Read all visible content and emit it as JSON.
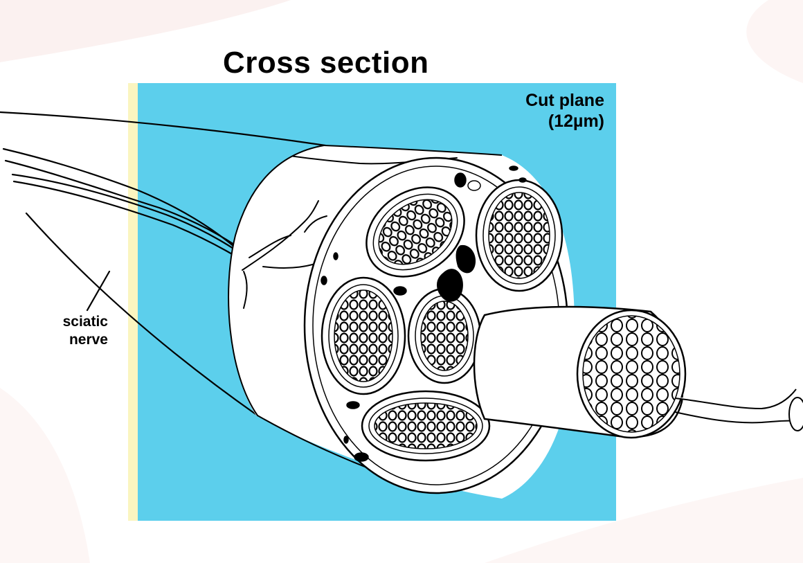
{
  "title": "Cross section",
  "cut_plane": {
    "line1": "Cut plane",
    "line2": "(12µm)"
  },
  "nerve_label": {
    "line1": "sciatic",
    "line2": "nerve"
  },
  "colors": {
    "cut_plane": "#5ccfec",
    "cut_plane_edge": "#fbf5c0",
    "ink": "#000000",
    "paper": "#ffffff"
  }
}
